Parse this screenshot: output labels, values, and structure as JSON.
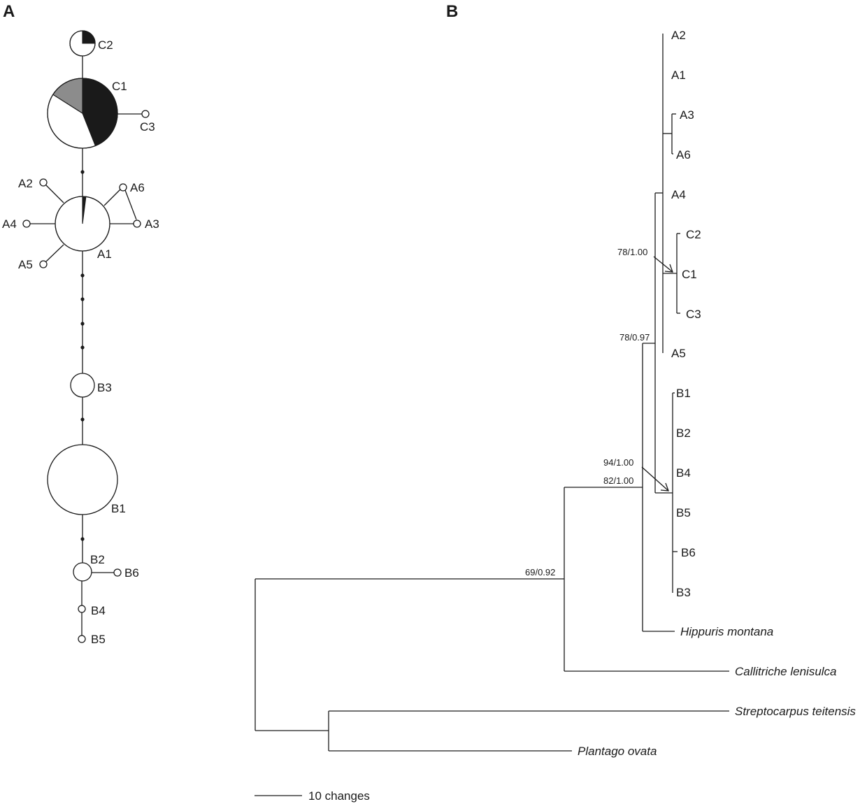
{
  "panels": {
    "a": {
      "letter": "A",
      "network": {
        "haplotypes": [
          {
            "label": "C2",
            "size": 2
          },
          {
            "label": "C1",
            "size": 20
          },
          {
            "label": "C3",
            "size": 1
          },
          {
            "label": "A1",
            "size": 12
          },
          {
            "label": "A2",
            "size": 1
          },
          {
            "label": "A3",
            "size": 1
          },
          {
            "label": "A4",
            "size": 1
          },
          {
            "label": "A5",
            "size": 1
          },
          {
            "label": "A6",
            "size": 1
          },
          {
            "label": "B3",
            "size": 2
          },
          {
            "label": "B1",
            "size": 20
          },
          {
            "label": "B2",
            "size": 1
          },
          {
            "label": "B6",
            "size": 1
          },
          {
            "label": "B4",
            "size": 1
          },
          {
            "label": "B5",
            "size": 1
          }
        ],
        "pie_fractions": {
          "C2": [
            0.25,
            0.75
          ],
          "C1": [
            0.44,
            0.4,
            0.16
          ],
          "A1": [
            0.02,
            0.98
          ]
        },
        "colors": {
          "black": "#1a1a1a",
          "white": "#ffffff",
          "grey": "#8c8c8c"
        }
      }
    },
    "b": {
      "letter": "B",
      "tree": {
        "tips": {
          "A2": "A2",
          "A1": "A1",
          "A3": "A3",
          "A6": "A6",
          "A4": "A4",
          "C2": "C2",
          "C1": "C1",
          "C3": "C3",
          "A5": "A5",
          "B1": "B1",
          "B2": "B2",
          "B4": "B4",
          "B5": "B5",
          "B6": "B6",
          "B3": "B3",
          "hippuris": "Hippuris montana",
          "callitriche": "Callitriche lenisulca",
          "streptocarpus": "Streptocarpus teitensis",
          "plantago": "Plantago ovata"
        },
        "support": {
          "c_clade": "78/1.00",
          "hippuris_clade": "78/0.97",
          "b_clade": "94/1.00",
          "hippuris_callitriche": "82/1.00",
          "ingroup": "69/0.92"
        },
        "scale_bar": {
          "label": "10 changes",
          "value": 10
        }
      }
    }
  }
}
